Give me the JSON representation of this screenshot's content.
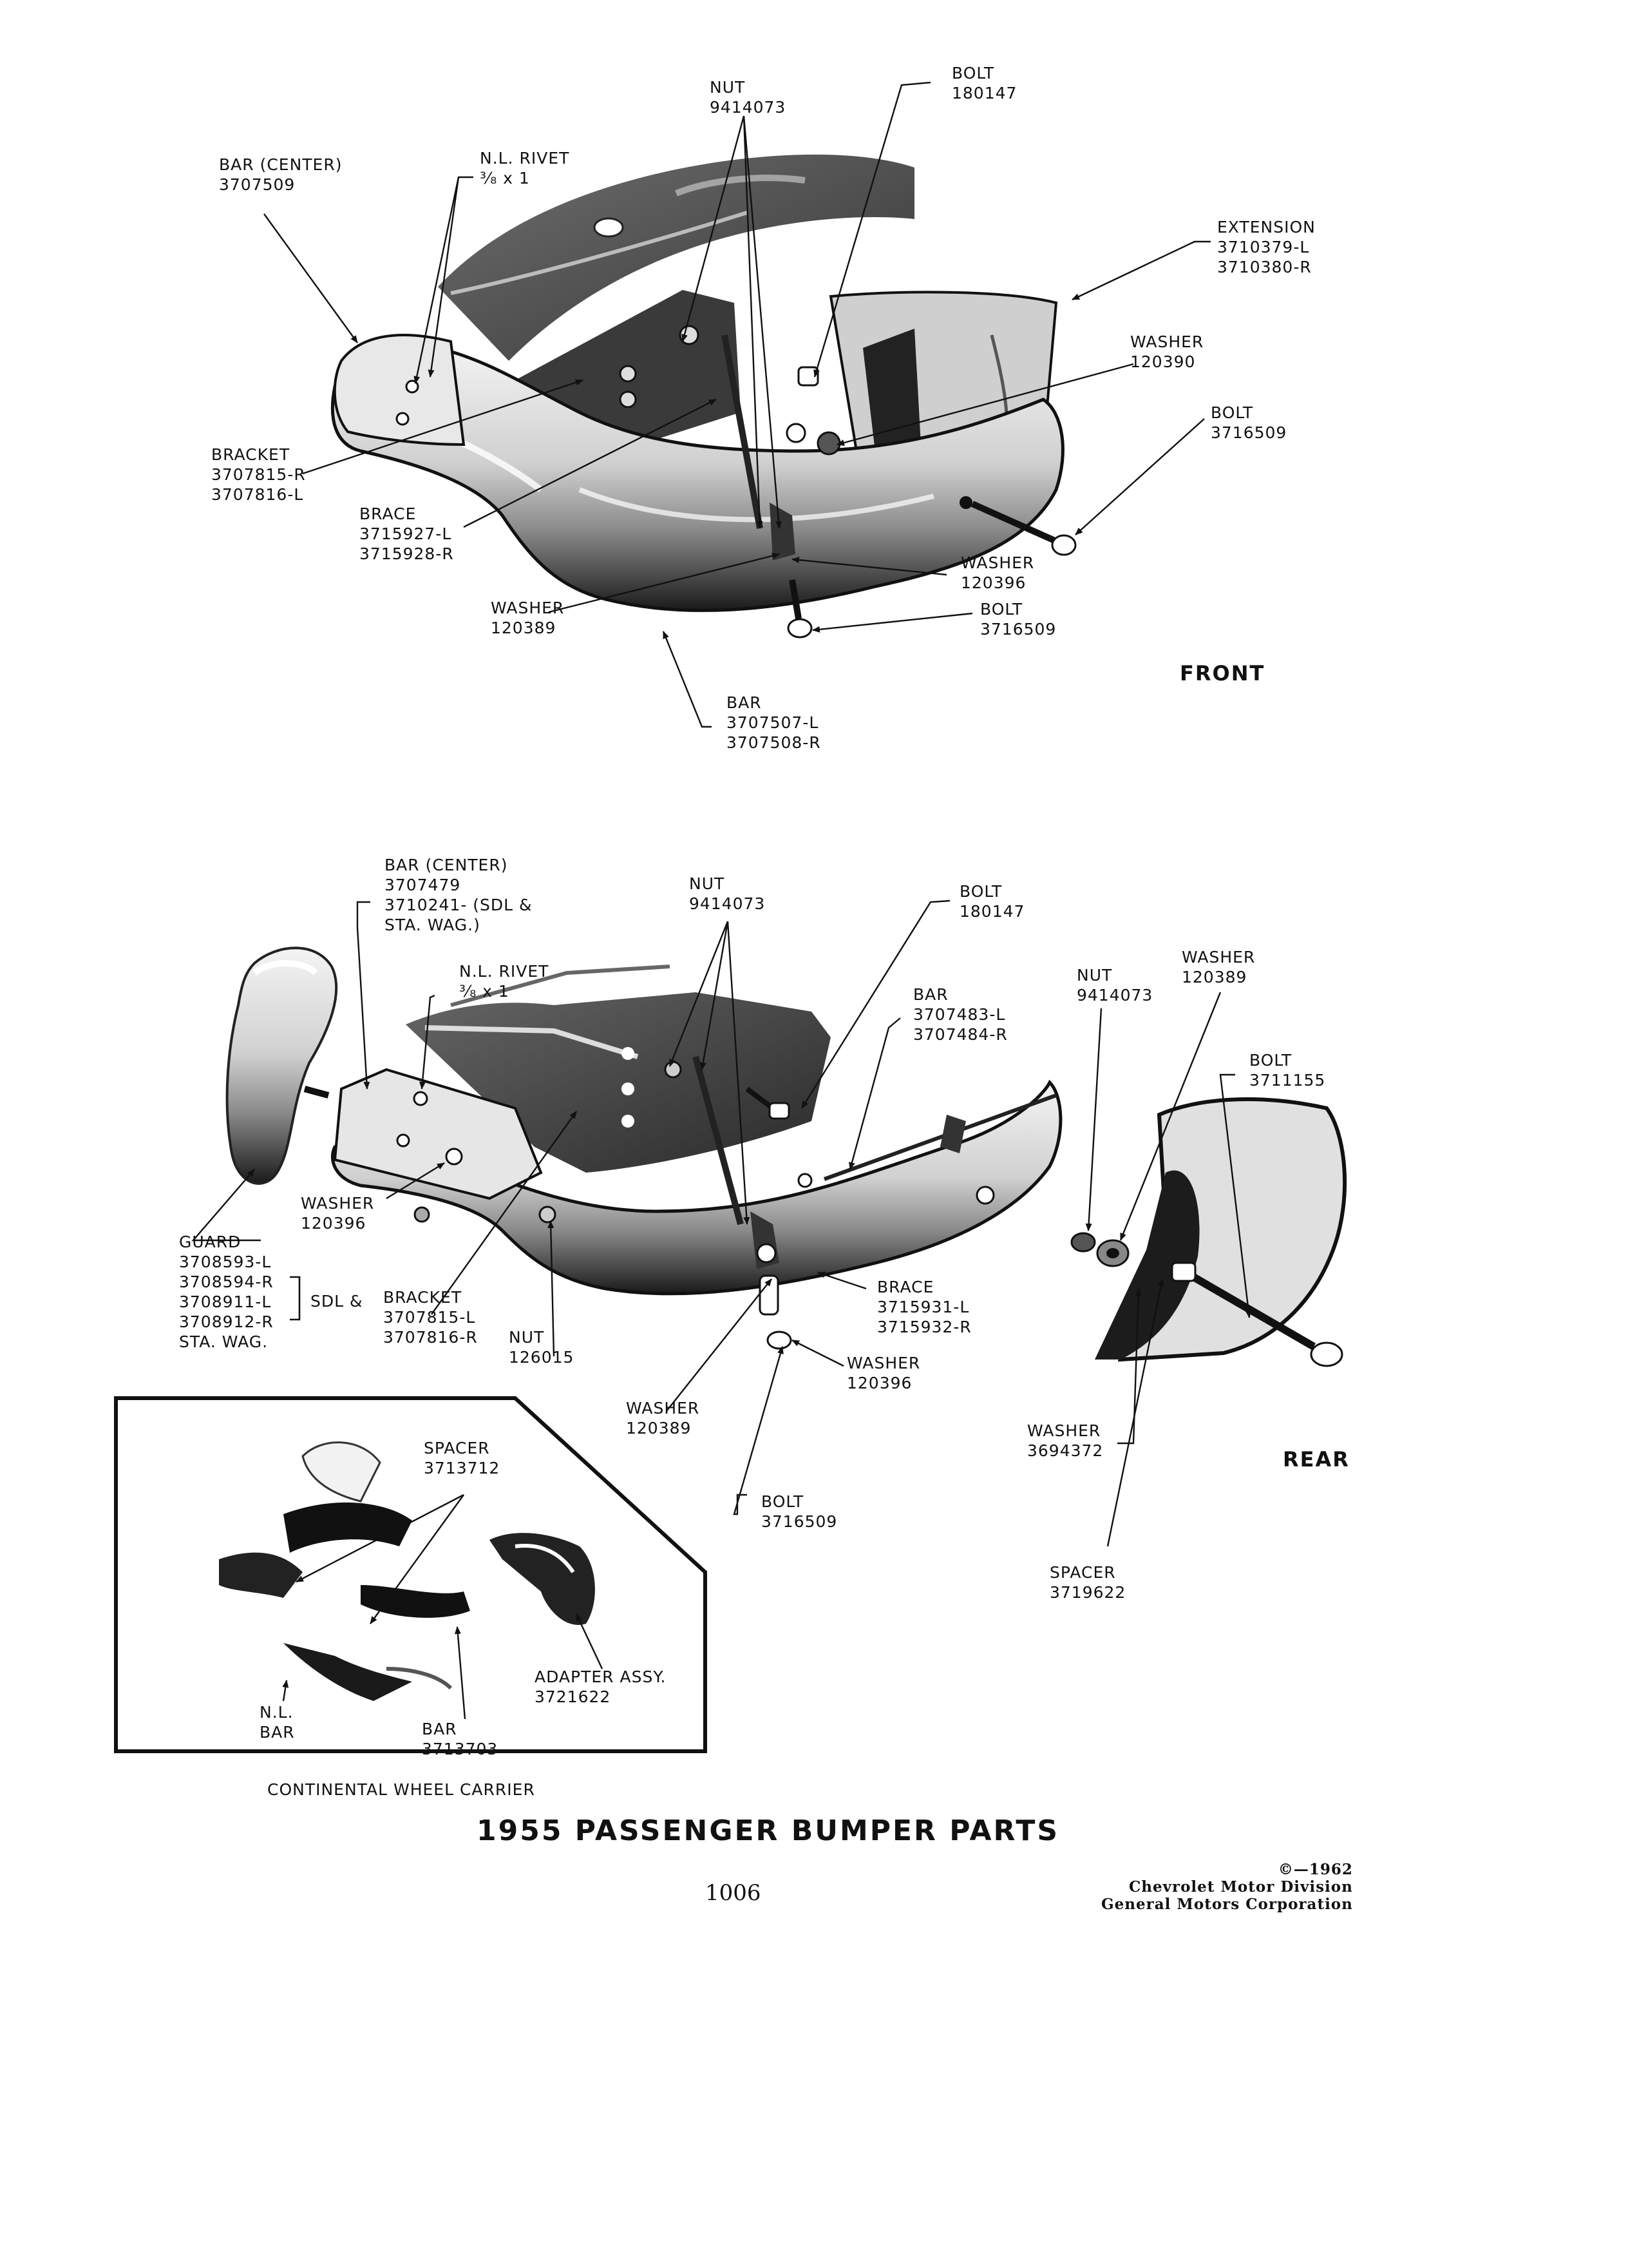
{
  "front": {
    "tag": "FRONT",
    "nut": [
      "NUT",
      "9414073"
    ],
    "bolt_top": [
      "BOLT",
      "180147"
    ],
    "bar_center": [
      "BAR (CENTER)",
      "3707509"
    ],
    "rivet": [
      "N.L. RIVET",
      "³⁄₈ x 1"
    ],
    "extension": [
      "EXTENSION",
      "3710379-L",
      "3710380-R"
    ],
    "washer_a": [
      "WASHER",
      "120390"
    ],
    "bolt_right": [
      "BOLT",
      "3716509"
    ],
    "bracket": [
      "BRACKET",
      "3707815-R",
      "3707816-L"
    ],
    "brace": [
      "BRACE",
      "3715927-L",
      "3715928-R"
    ],
    "washer_b": [
      "WASHER",
      "120396"
    ],
    "washer_c": [
      "WASHER",
      "120389"
    ],
    "bolt_bottom": [
      "BOLT",
      "3716509"
    ],
    "bar": [
      "BAR",
      "3707507-L",
      "3707508-R"
    ]
  },
  "rear": {
    "tag": "REAR",
    "bar_center": [
      "BAR (CENTER)",
      "3707479",
      "3710241-  (SDL &",
      "STA. WAG.)"
    ],
    "nut": [
      "NUT",
      "9414073"
    ],
    "bolt_top": [
      "BOLT",
      "180147"
    ],
    "rivet": [
      "N.L. RIVET",
      "³⁄₈ x 1"
    ],
    "bar": [
      "BAR",
      "3707483-L",
      "3707484-R"
    ],
    "nut_side": [
      "NUT",
      "9414073"
    ],
    "washer_side": [
      "WASHER",
      "120389"
    ],
    "bolt_side": [
      "BOLT",
      "3711155"
    ],
    "washer_a": [
      "WASHER",
      "120396"
    ],
    "guard": [
      "GUARD",
      "3708593-L",
      "3708594-R",
      "3708911-L",
      "3708912-R",
      "STA. WAG."
    ],
    "guard_sdl": "SDL &",
    "bracket": [
      "BRACKET",
      "3707815-L",
      "3707816-R"
    ],
    "nut_bottom": [
      "NUT",
      "126015"
    ],
    "brace": [
      "BRACE",
      "3715931-L",
      "3715932-R"
    ],
    "washer_b": [
      "WASHER",
      "120396"
    ],
    "washer_c": [
      "WASHER",
      "120389"
    ],
    "bolt_bottom": [
      "BOLT",
      "3716509"
    ],
    "washer_d": [
      "WASHER",
      "3694372"
    ],
    "spacer": [
      "SPACER",
      "3719622"
    ]
  },
  "inset": {
    "caption": "CONTINENTAL  WHEEL  CARRIER",
    "spacer": [
      "SPACER",
      "3713712"
    ],
    "adapter": [
      "ADAPTER ASSY.",
      "3721622"
    ],
    "nl_bar": [
      "N.L.",
      "BAR"
    ],
    "bar": [
      "BAR",
      "3713703"
    ]
  },
  "title": "1955 PASSENGER BUMPER PARTS",
  "page_number": "1006",
  "copyright": [
    "©—1962",
    "Chevrolet Motor Division",
    "General Motors Corporation"
  ]
}
